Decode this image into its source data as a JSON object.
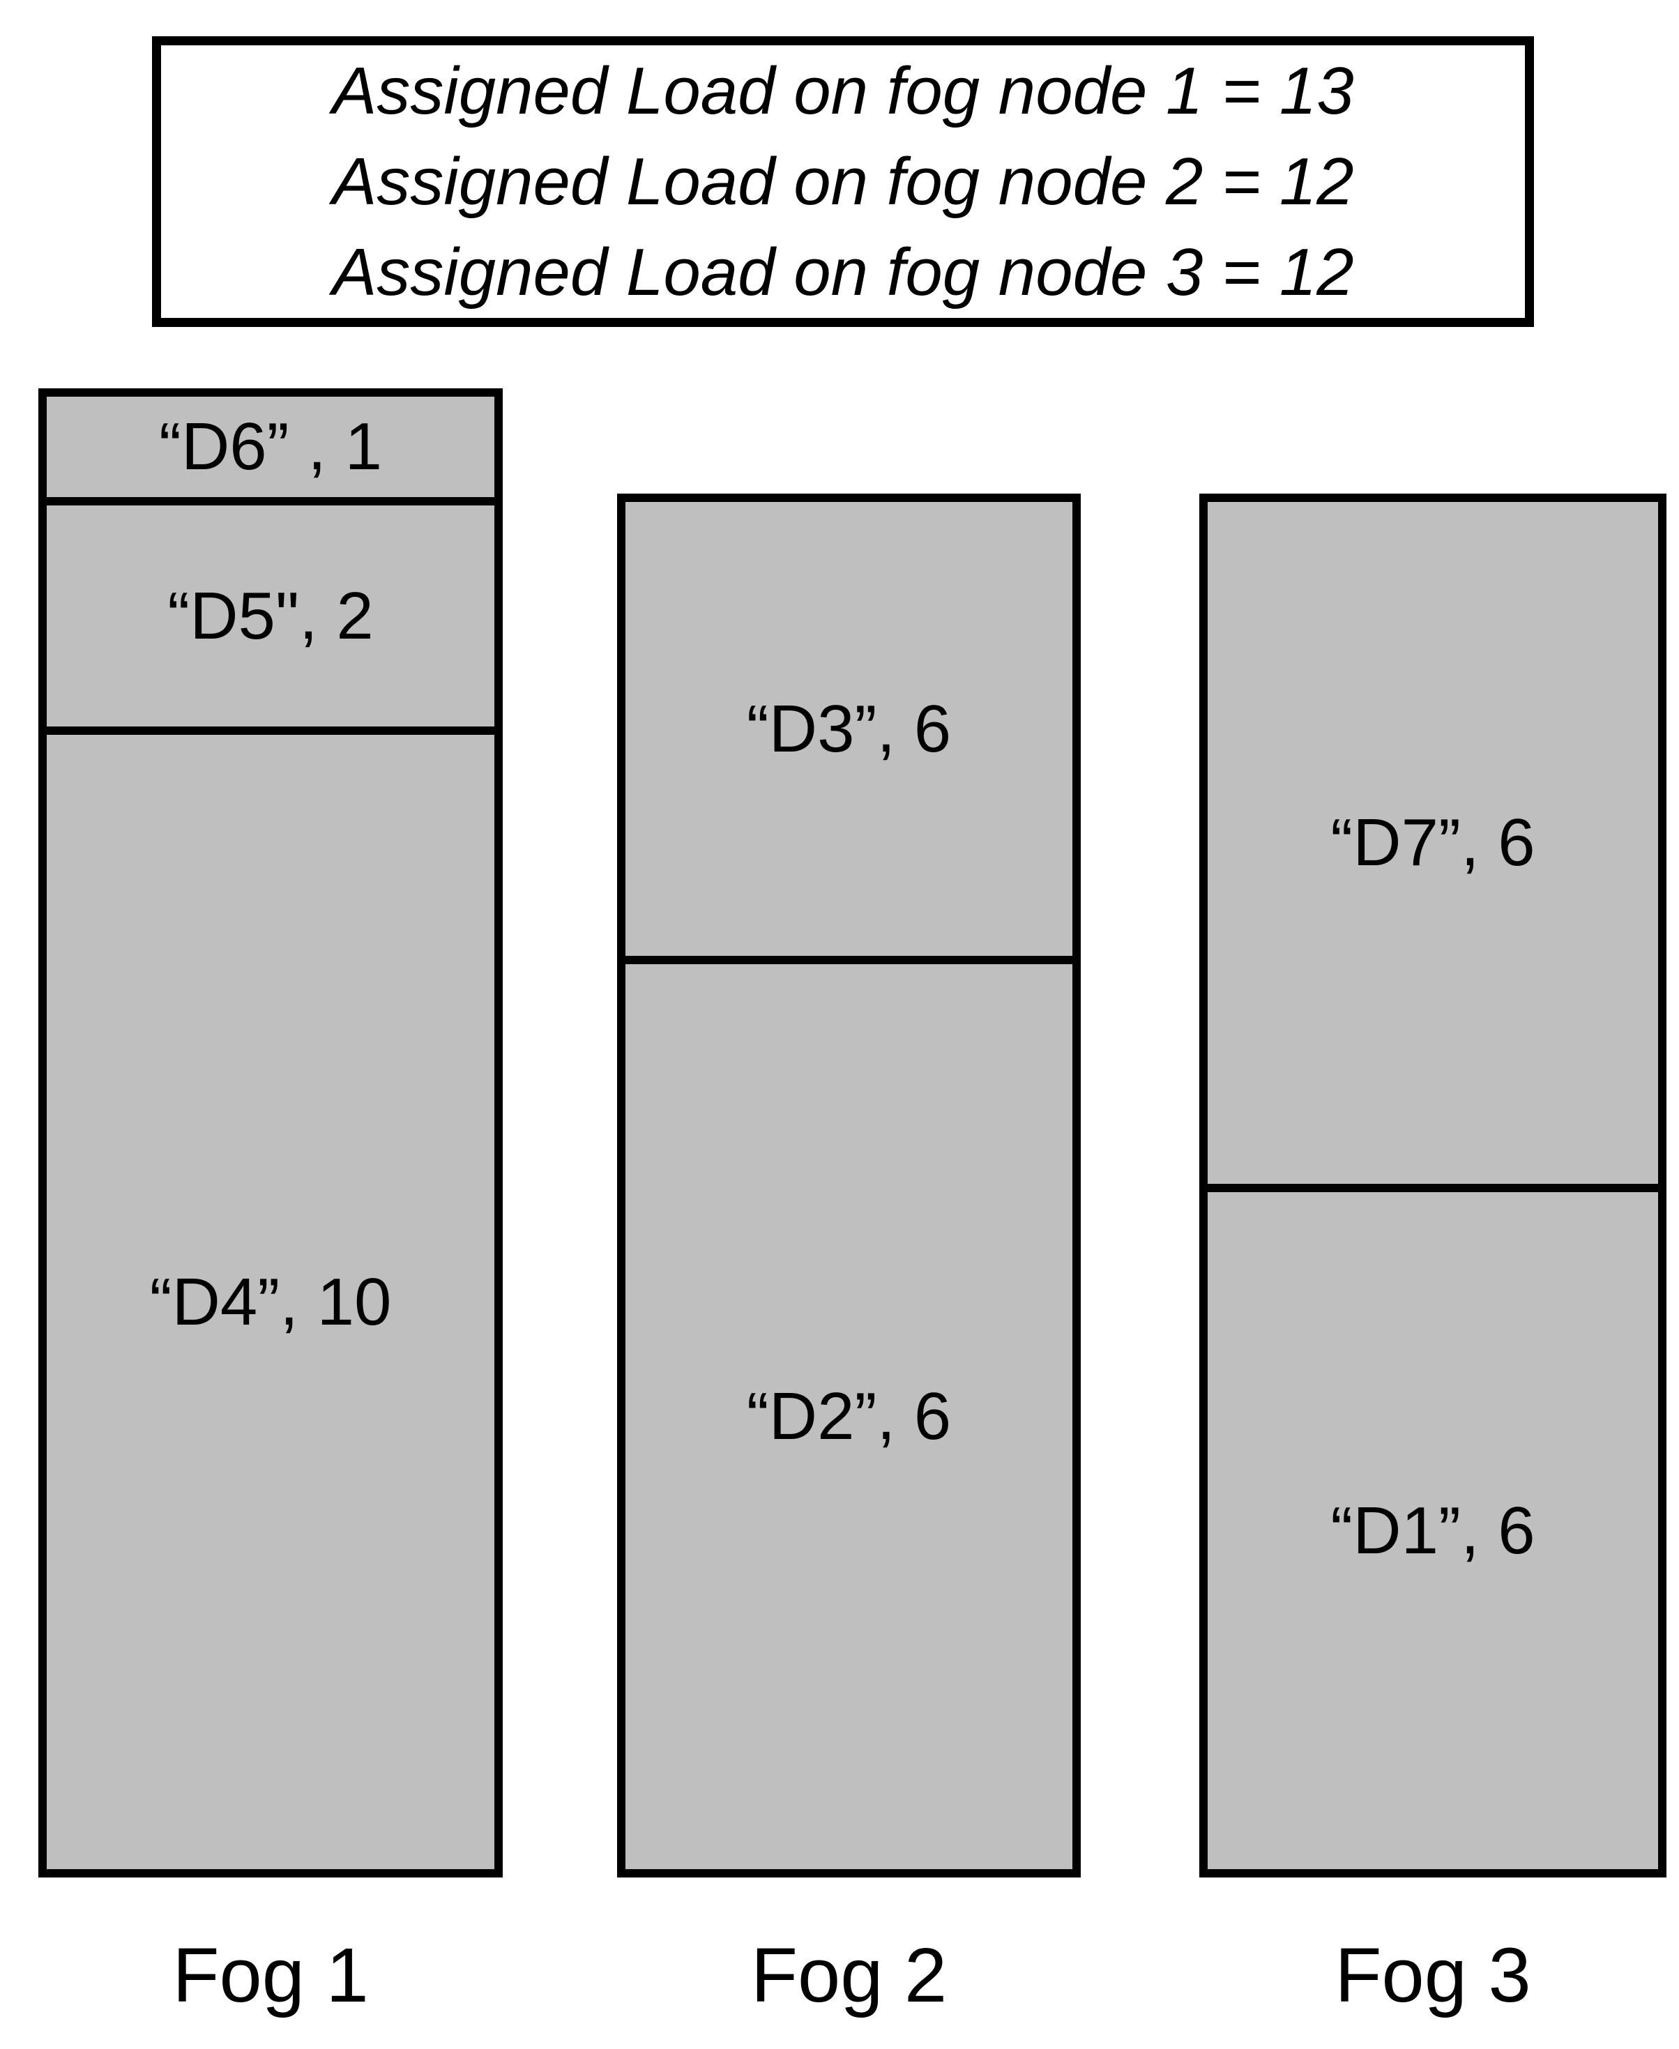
{
  "colors": {
    "background": "#FFFFFF",
    "bar_fill": "#BFBFBF",
    "border": "#000000",
    "text": "#000000"
  },
  "summary": {
    "lines": [
      "Assigned Load on fog node 1 = 13",
      "Assigned Load on fog node 2 = 12",
      "Assigned Load on fog node 3 = 12"
    ]
  },
  "chart_data": {
    "type": "bar",
    "stacked": true,
    "orientation": "vertical",
    "grid": false,
    "legend": false,
    "categories": [
      "Fog 1",
      "Fog 2",
      "Fog 3"
    ],
    "totals": [
      13,
      12,
      12
    ],
    "bars": [
      {
        "category": "Fog 1",
        "total_load": 13,
        "segments": [
          {
            "device": "D6",
            "load": 1,
            "label": "“D6” , 1"
          },
          {
            "device": "D5",
            "load": 2,
            "label": "“D5\", 2"
          },
          {
            "device": "D4",
            "load": 10,
            "label": "“D4”, 10"
          }
        ]
      },
      {
        "category": "Fog 2",
        "total_load": 12,
        "segments": [
          {
            "device": "D3",
            "load": 6,
            "label": "“D3”, 6"
          },
          {
            "device": "D2",
            "load": 6,
            "label": "“D2”, 6"
          }
        ]
      },
      {
        "category": "Fog 3",
        "total_load": 12,
        "segments": [
          {
            "device": "D7",
            "load": 6,
            "label": "“D7”, 6"
          },
          {
            "device": "D1",
            "load": 6,
            "label": "“D1”, 6"
          }
        ]
      }
    ]
  }
}
